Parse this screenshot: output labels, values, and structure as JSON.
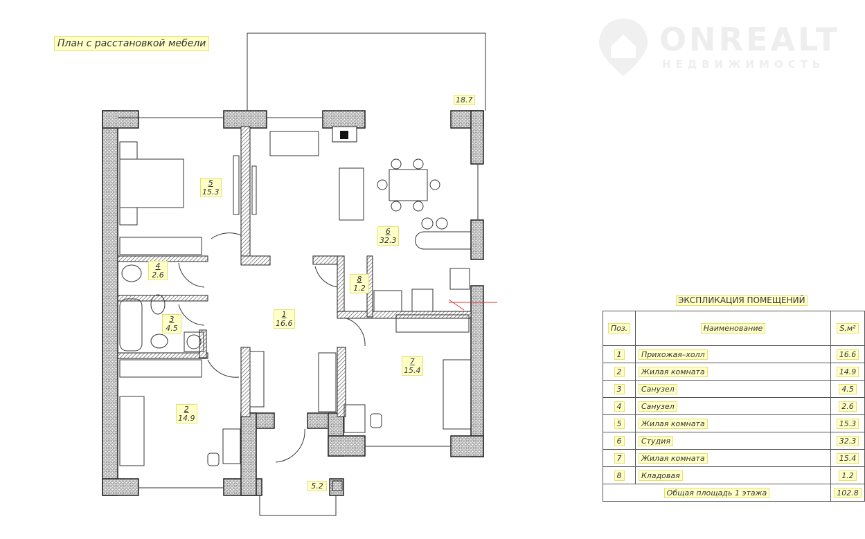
{
  "plan_title": "План с расстановкой мебели",
  "watermark": {
    "brand": "ONREALT",
    "subtitle": "НЕДВИЖИМОСТЬ"
  },
  "rooms": [
    {
      "num": "1",
      "area": "16.6"
    },
    {
      "num": "2",
      "area": "14.9"
    },
    {
      "num": "3",
      "area": "4.5"
    },
    {
      "num": "4",
      "area": "2.6"
    },
    {
      "num": "5",
      "area": "15.3"
    },
    {
      "num": "6",
      "area": "32.3"
    },
    {
      "num": "7",
      "area": "15.4"
    },
    {
      "num": "8",
      "area": "1.2"
    }
  ],
  "terrace_area": "18.7",
  "porch_area": "5.2",
  "explication": {
    "title": "ЭКСПЛИКАЦИЯ ПОМЕЩЕНИЙ",
    "headers": {
      "pos": "Поз.",
      "name": "Наименование",
      "area": "S,м²"
    },
    "rows": [
      {
        "pos": "1",
        "name": "Прихожая–холл",
        "area": "16.6"
      },
      {
        "pos": "2",
        "name": "Жилая комната",
        "area": "14.9"
      },
      {
        "pos": "3",
        "name": "Санузел",
        "area": "4.5"
      },
      {
        "pos": "4",
        "name": "Санузел",
        "area": "2.6"
      },
      {
        "pos": "5",
        "name": "Жилая комната",
        "area": "15.3"
      },
      {
        "pos": "6",
        "name": "Студия",
        "area": "32.3"
      },
      {
        "pos": "7",
        "name": "Жилая комната",
        "area": "15.4"
      },
      {
        "pos": "8",
        "name": "Кладовая",
        "area": "1.2"
      }
    ],
    "total_label": "Общая площадь 1 этажа",
    "total_area": "102.8"
  }
}
